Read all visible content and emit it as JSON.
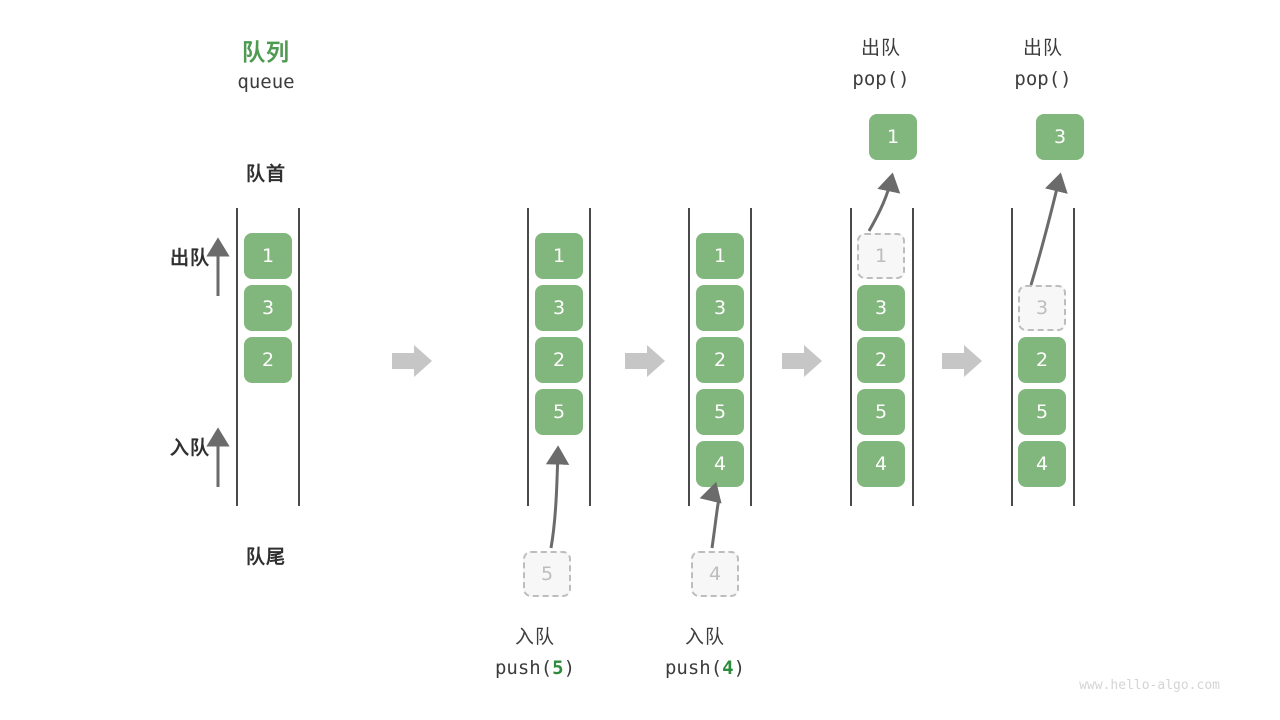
{
  "meta": {
    "watermark": "www.hello-algo.com",
    "colors": {
      "element_green": "#81b77c",
      "title_green": "#4e9a51",
      "code_number_green": "#2e8b3d",
      "rail_gray": "#4a4a4a",
      "ghost_border": "#bdbdbd",
      "ghost_fill": "#f7f7f7",
      "arrow_gray": "#6b6b6b",
      "step_arrow_gray": "#c6c6c6",
      "background": "#ffffff"
    }
  },
  "header": {
    "title_cn": "队列",
    "title_en": "queue"
  },
  "legend": {
    "front_label": "队首",
    "rear_label": "队尾",
    "dequeue_label": "出队",
    "enqueue_label": "入队"
  },
  "steps": [
    {
      "id": "initial",
      "cells": [
        "1",
        "3",
        "2"
      ],
      "ghost_index": -1,
      "caption_cn": "",
      "caption_code_prefix": "",
      "caption_code_num": "",
      "caption_code_suffix": "",
      "incoming": null,
      "outgoing": null
    },
    {
      "id": "push-5",
      "cells": [
        "1",
        "3",
        "2",
        "5"
      ],
      "ghost_index": -1,
      "caption_cn": "入队",
      "caption_code_prefix": "push(",
      "caption_code_num": "5",
      "caption_code_suffix": ")",
      "incoming": "5",
      "outgoing": null
    },
    {
      "id": "push-4",
      "cells": [
        "1",
        "3",
        "2",
        "5",
        "4"
      ],
      "ghost_index": -1,
      "caption_cn": "入队",
      "caption_code_prefix": "push(",
      "caption_code_num": "4",
      "caption_code_suffix": ")",
      "incoming": "4",
      "outgoing": null
    },
    {
      "id": "pop-1",
      "cells": [
        "1",
        "3",
        "2",
        "5",
        "4"
      ],
      "ghost_index": 0,
      "caption_cn": "出队",
      "caption_code_prefix": "pop(",
      "caption_code_num": "",
      "caption_code_suffix": ")",
      "incoming": null,
      "outgoing": "1"
    },
    {
      "id": "pop-3",
      "cells": [
        "3",
        "2",
        "5",
        "4"
      ],
      "ghost_index": 0,
      "caption_cn": "出队",
      "caption_code_prefix": "pop(",
      "caption_code_num": "",
      "caption_code_suffix": ")",
      "incoming": null,
      "outgoing": "3"
    }
  ]
}
